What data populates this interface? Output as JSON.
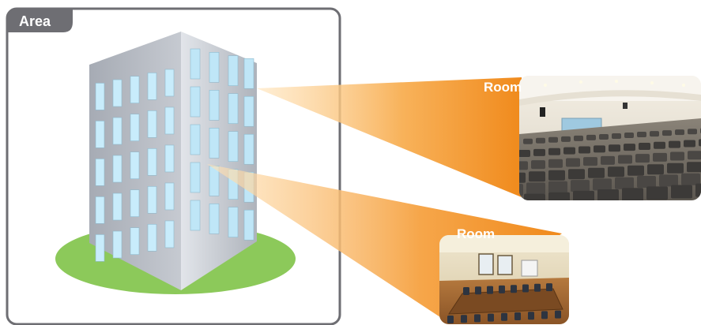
{
  "area": {
    "label": "Area"
  },
  "rooms": [
    {
      "label": "Room",
      "photo": "auditorium-photo"
    },
    {
      "label": "Room",
      "photo": "meeting-room-photo"
    }
  ],
  "colors": {
    "frame": "#6e6e73",
    "tag_bg": "#6e6e73",
    "room_label": "#ffffff",
    "beam": "#f28a1e",
    "ground": "#8cc95a"
  }
}
